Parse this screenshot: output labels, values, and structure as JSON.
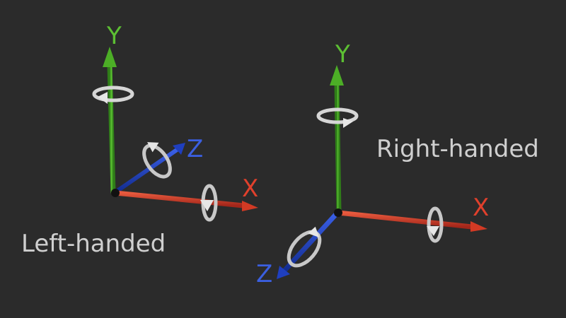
{
  "colors": {
    "background": "#2b2b2b",
    "x_axis": "#d23a24",
    "y_axis": "#4cae26",
    "z_axis": "#1f3fbf",
    "x_label": "#e0402c",
    "y_label": "#5cbf33",
    "z_label": "#3b5fe0",
    "rotation_arrow": "#cfcfcf",
    "caption": "#cfcfcf"
  },
  "diagrams": [
    {
      "id": "left",
      "caption": "Left-handed",
      "axes": {
        "x": "X",
        "y": "Y",
        "z": "Z"
      },
      "z_direction": "into-screen"
    },
    {
      "id": "right",
      "caption": "Right-handed",
      "axes": {
        "x": "X",
        "y": "Y",
        "z": "Z"
      },
      "z_direction": "out-of-screen"
    }
  ],
  "icons": {
    "rotation": "rotation-arrow-icon"
  }
}
